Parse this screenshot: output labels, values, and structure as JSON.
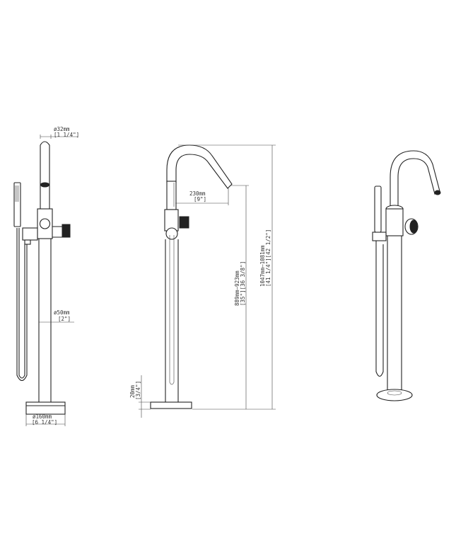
{
  "views": {
    "side": {
      "spout_diameter": "ø32mm",
      "spout_diameter_in": "[1 1/4\"]",
      "pole_diameter": "ø50mm",
      "pole_diameter_in": "[2\"]",
      "base_diameter": "ø160mm",
      "base_diameter_in": "[6 1/4\"]"
    },
    "front": {
      "spout_reach": "230mm",
      "spout_reach_in": "[9\"]",
      "spout_height": "889mm—923mm",
      "spout_height_in": "[35\"][36 3/8\"]",
      "total_height": "1047mm—1081mm",
      "total_height_in": "[41 1/4\"][42 1/2\"]",
      "base_height": "20mm",
      "base_height_in": "[3/4\"]"
    }
  }
}
